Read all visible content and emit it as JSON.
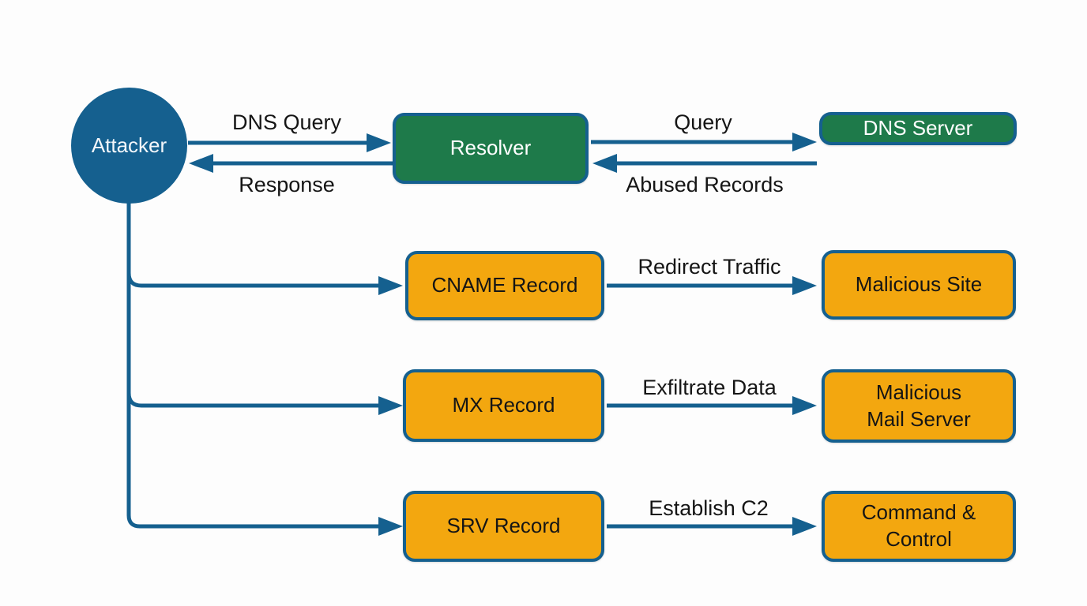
{
  "diagram": {
    "type": "flowchart",
    "topic": "DNS record abuse attack flow",
    "background": "#fdfdfd",
    "colors": {
      "attacker_node_fill": "#15608f",
      "dns_node_fill": "#1e7a4a",
      "record_node_fill": "#f3a70f",
      "connector_stroke": "#15608f",
      "node_border": "#15608f",
      "edge_label_text": "#151515",
      "light_node_text": "#ffffff",
      "dark_node_text": "#151515"
    },
    "nodes": {
      "attacker": {
        "label": "Attacker",
        "shape": "circle",
        "color": "blue"
      },
      "resolver": {
        "label": "Resolver",
        "shape": "rounded-rect",
        "color": "green"
      },
      "dns_server": {
        "label": "DNS Server",
        "shape": "rounded-rect",
        "color": "green"
      },
      "cname_record": {
        "label": "CNAME Record",
        "shape": "rounded-rect",
        "color": "orange"
      },
      "malicious_site": {
        "label": "Malicious Site",
        "shape": "rounded-rect",
        "color": "orange"
      },
      "mx_record": {
        "label": "MX Record",
        "shape": "rounded-rect",
        "color": "orange"
      },
      "malicious_mail_server": {
        "label": "Malicious Mail Server",
        "shape": "rounded-rect",
        "color": "orange"
      },
      "srv_record": {
        "label": "SRV Record",
        "shape": "rounded-rect",
        "color": "orange"
      },
      "command_control": {
        "label": "Command & Control",
        "shape": "rounded-rect",
        "color": "orange"
      }
    },
    "edges": {
      "dns_query": {
        "from": "attacker",
        "to": "resolver",
        "label": "DNS Query"
      },
      "response": {
        "from": "resolver",
        "to": "attacker",
        "label": "Response"
      },
      "query": {
        "from": "resolver",
        "to": "dns_server",
        "label": "Query"
      },
      "abused_records": {
        "from": "dns_server",
        "to": "resolver",
        "label": "Abused Records"
      },
      "attacker_to_cname": {
        "from": "attacker",
        "to": "cname_record"
      },
      "attacker_to_mx": {
        "from": "attacker",
        "to": "mx_record"
      },
      "attacker_to_srv": {
        "from": "attacker",
        "to": "srv_record"
      },
      "redirect_traffic": {
        "from": "cname_record",
        "to": "malicious_site",
        "label": "Redirect Traffic"
      },
      "exfiltrate_data": {
        "from": "mx_record",
        "to": "malicious_mail_server",
        "label": "Exfiltrate Data"
      },
      "establish_c2": {
        "from": "srv_record",
        "to": "command_control",
        "label": "Establish C2"
      }
    }
  }
}
